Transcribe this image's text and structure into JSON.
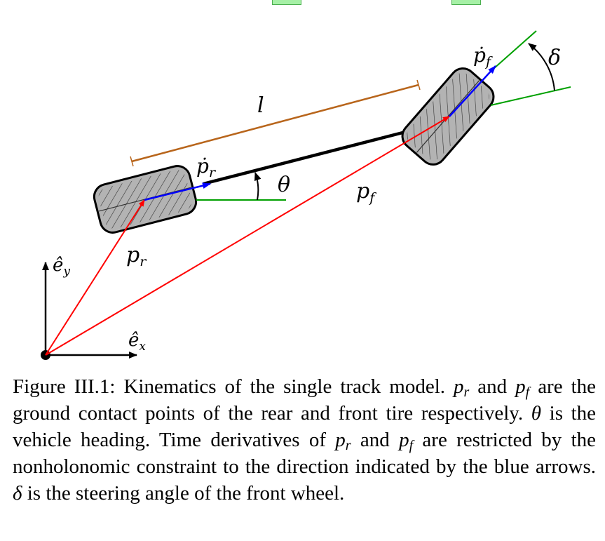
{
  "diagram": {
    "labels": {
      "l": "l",
      "p_r_dot": "ṗ",
      "p_r_dot_sub": "r",
      "p_f_dot": "ṗ",
      "p_f_dot_sub": "f",
      "theta": "θ",
      "delta": "δ",
      "p_f": "p",
      "p_f_sub": "f",
      "p_r": "p",
      "p_r_sub": "r",
      "e_y": "ê",
      "e_y_sub": "y",
      "e_x": "ê",
      "e_x_sub": "x"
    },
    "colors": {
      "position_vector": "#ff0000",
      "velocity_vector": "#0000ff",
      "reference_line": "#00a000",
      "length_marker": "#b8651b",
      "axle": "#000000",
      "tire_fill": "#b3b3b3"
    }
  },
  "caption": {
    "figure_label": "Figure III.1:",
    "s1": "Kinematics of the single track model.",
    "pr": "p",
    "pr_sub": "r",
    "and1": "and",
    "pf": "p",
    "pf_sub": "f",
    "s2": "are the ground contact points of the rear and front tire respectively.",
    "theta": "θ",
    "s3": "is the vehicle heading. Time derivatives of",
    "pr2": "p",
    "pr2_sub": "r",
    "and2": "and",
    "pf2": "p",
    "pf2_sub": "f",
    "s4": "are restricted by the nonholonomic constraint to the direction indicated by the blue arrows.",
    "delta": "δ",
    "s5": "is the steering angle of the front wheel."
  }
}
